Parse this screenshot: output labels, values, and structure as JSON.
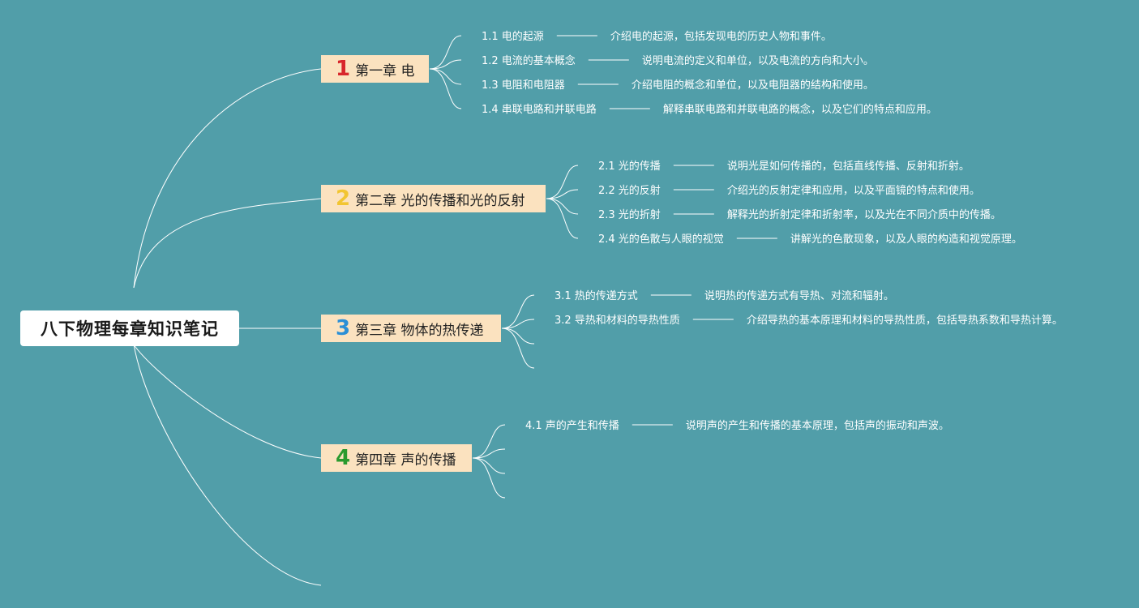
{
  "root": {
    "title": "八下物理每章知识笔记"
  },
  "colors": {
    "background": "#519ea9",
    "chapter_bg": "#fbe2bf",
    "line": "#ffffff"
  },
  "chapters": [
    {
      "num": "1",
      "num_color": "#d8262b",
      "title": "第一章 电",
      "sections": [
        {
          "label": "1.1 电的起源",
          "desc": "介绍电的起源，包括发现电的历史人物和事件。"
        },
        {
          "label": "1.2 电流的基本概念",
          "desc": "说明电流的定义和单位，以及电流的方向和大小。"
        },
        {
          "label": "1.3 电阻和电阻器",
          "desc": "介绍电阻的概念和单位，以及电阻器的结构和使用。"
        },
        {
          "label": "1.4 串联电路和并联电路",
          "desc": "解释串联电路和并联电路的概念，以及它们的特点和应用。"
        }
      ]
    },
    {
      "num": "2",
      "num_color": "#f2c531",
      "title": "第二章 光的传播和光的反射",
      "sections": [
        {
          "label": "2.1 光的传播",
          "desc": "说明光是如何传播的，包括直线传播、反射和折射。"
        },
        {
          "label": "2.2 光的反射",
          "desc": "介绍光的反射定律和应用，以及平面镜的特点和使用。"
        },
        {
          "label": "2.3 光的折射",
          "desc": "解释光的折射定律和折射率，以及光在不同介质中的传播。"
        },
        {
          "label": "2.4 光的色散与人眼的视觉",
          "desc": "讲解光的色散现象，以及人眼的构造和视觉原理。"
        }
      ]
    },
    {
      "num": "3",
      "num_color": "#2b8fd6",
      "title": "第三章 物体的热传递",
      "sections": [
        {
          "label": "3.1 热的传递方式",
          "desc": "说明热的传递方式有导热、对流和辐射。"
        },
        {
          "label": "3.2 导热和材料的导热性质",
          "desc": "介绍导热的基本原理和材料的导热性质，包括导热系数和导热计算。"
        },
        {
          "label": "",
          "desc": ""
        },
        {
          "label": "",
          "desc": ""
        }
      ]
    },
    {
      "num": "4",
      "num_color": "#2a9a2e",
      "title": "第四章 声的传播",
      "sections": [
        {
          "label": "4.1 声的产生和传播",
          "desc": "说明声的产生和传播的基本原理，包括声的振动和声波。"
        },
        {
          "label": "",
          "desc": ""
        },
        {
          "label": "",
          "desc": ""
        },
        {
          "label": "",
          "desc": ""
        }
      ]
    }
  ]
}
